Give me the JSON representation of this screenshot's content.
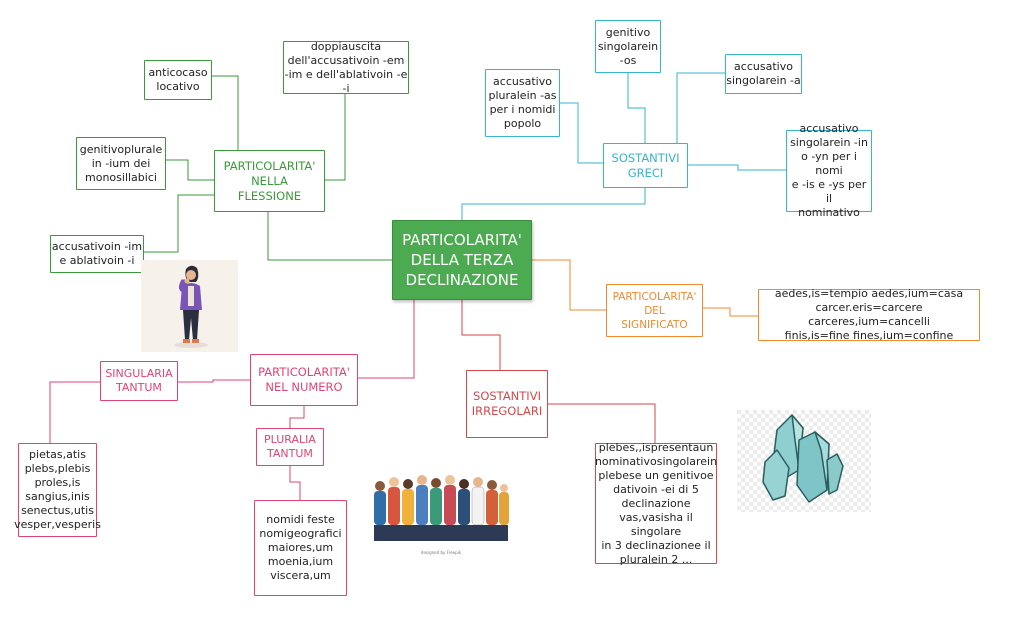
{
  "central": "PARTICOLARITA'\nDELLA TERZA\nDECLINAZIONE",
  "categories": {
    "flessione": "PARTICOLARITA'\nNELLA\nFLESSIONE",
    "greci": "SOSTANTIVI\nGRECI",
    "significato": "PARTICOLARITA'\nDEL\nSIGNIFICATO",
    "irregolari": "SOSTANTIVI\nIRREGOLARI",
    "numero": "PARTICOLARITA'\nNEL NUMERO",
    "singularia": "SINGULARIA\nTANTUM",
    "pluralia": "PLURALIA\nTANTUM"
  },
  "notes": {
    "anticocaso": "anticocaso\nlocativo",
    "doppiauscita": "doppiauscita\ndell'accusativoin -em\n-im e dell'ablativoin -e -i",
    "genitivoplurale": "genitivoplurale\nin -ium dei\nmonosillabici",
    "accusativoim": "accusativoin -im\ne ablativoin -i",
    "gen_sing": "genitivo\nsingolarein\n-os",
    "acc_sing_a": "accusativo\nsingolarein -a",
    "acc_plur_as": "accusativo\npluralein -as\nper i nomidi\npopolo",
    "acc_sing_in": "accusativo\nsingolarein -in\no -yn per i nomi\ne -is e -ys per il\nnominativo",
    "significato_ex": "aedes,is=tempio   aedes,ium=casa\ncarcer.eris=carcere  carceres,ium=cancelli\nfinis,is=fine  fines,ium=confine",
    "irregolari_ex": "plebes,,ispresentaun\nnominativosingolarein\nplebese un genitivoe\ndativoin -ei di 5\ndeclinazione\nvas,vasisha il singolare\nin 3 declinazionee il\npluralein 2 ...",
    "singularia_ex": "pietas,atis\nplebs,plebis\nproles,is\nsangius,inis\nsenectus,utis\nvesper,vesperis",
    "pluralia_ex": "nomidi feste\nnomigeografici\nmaiores,um\nmoenia,ium\nviscera,um"
  },
  "credit": "designed by Freepik",
  "colors": {
    "central": "#4caa50",
    "flessione": "#3a9a3a",
    "greci": "#34b6cc",
    "significato": "#ef8a2e",
    "numero": "#e04473",
    "irregolari": "#d9464b"
  }
}
